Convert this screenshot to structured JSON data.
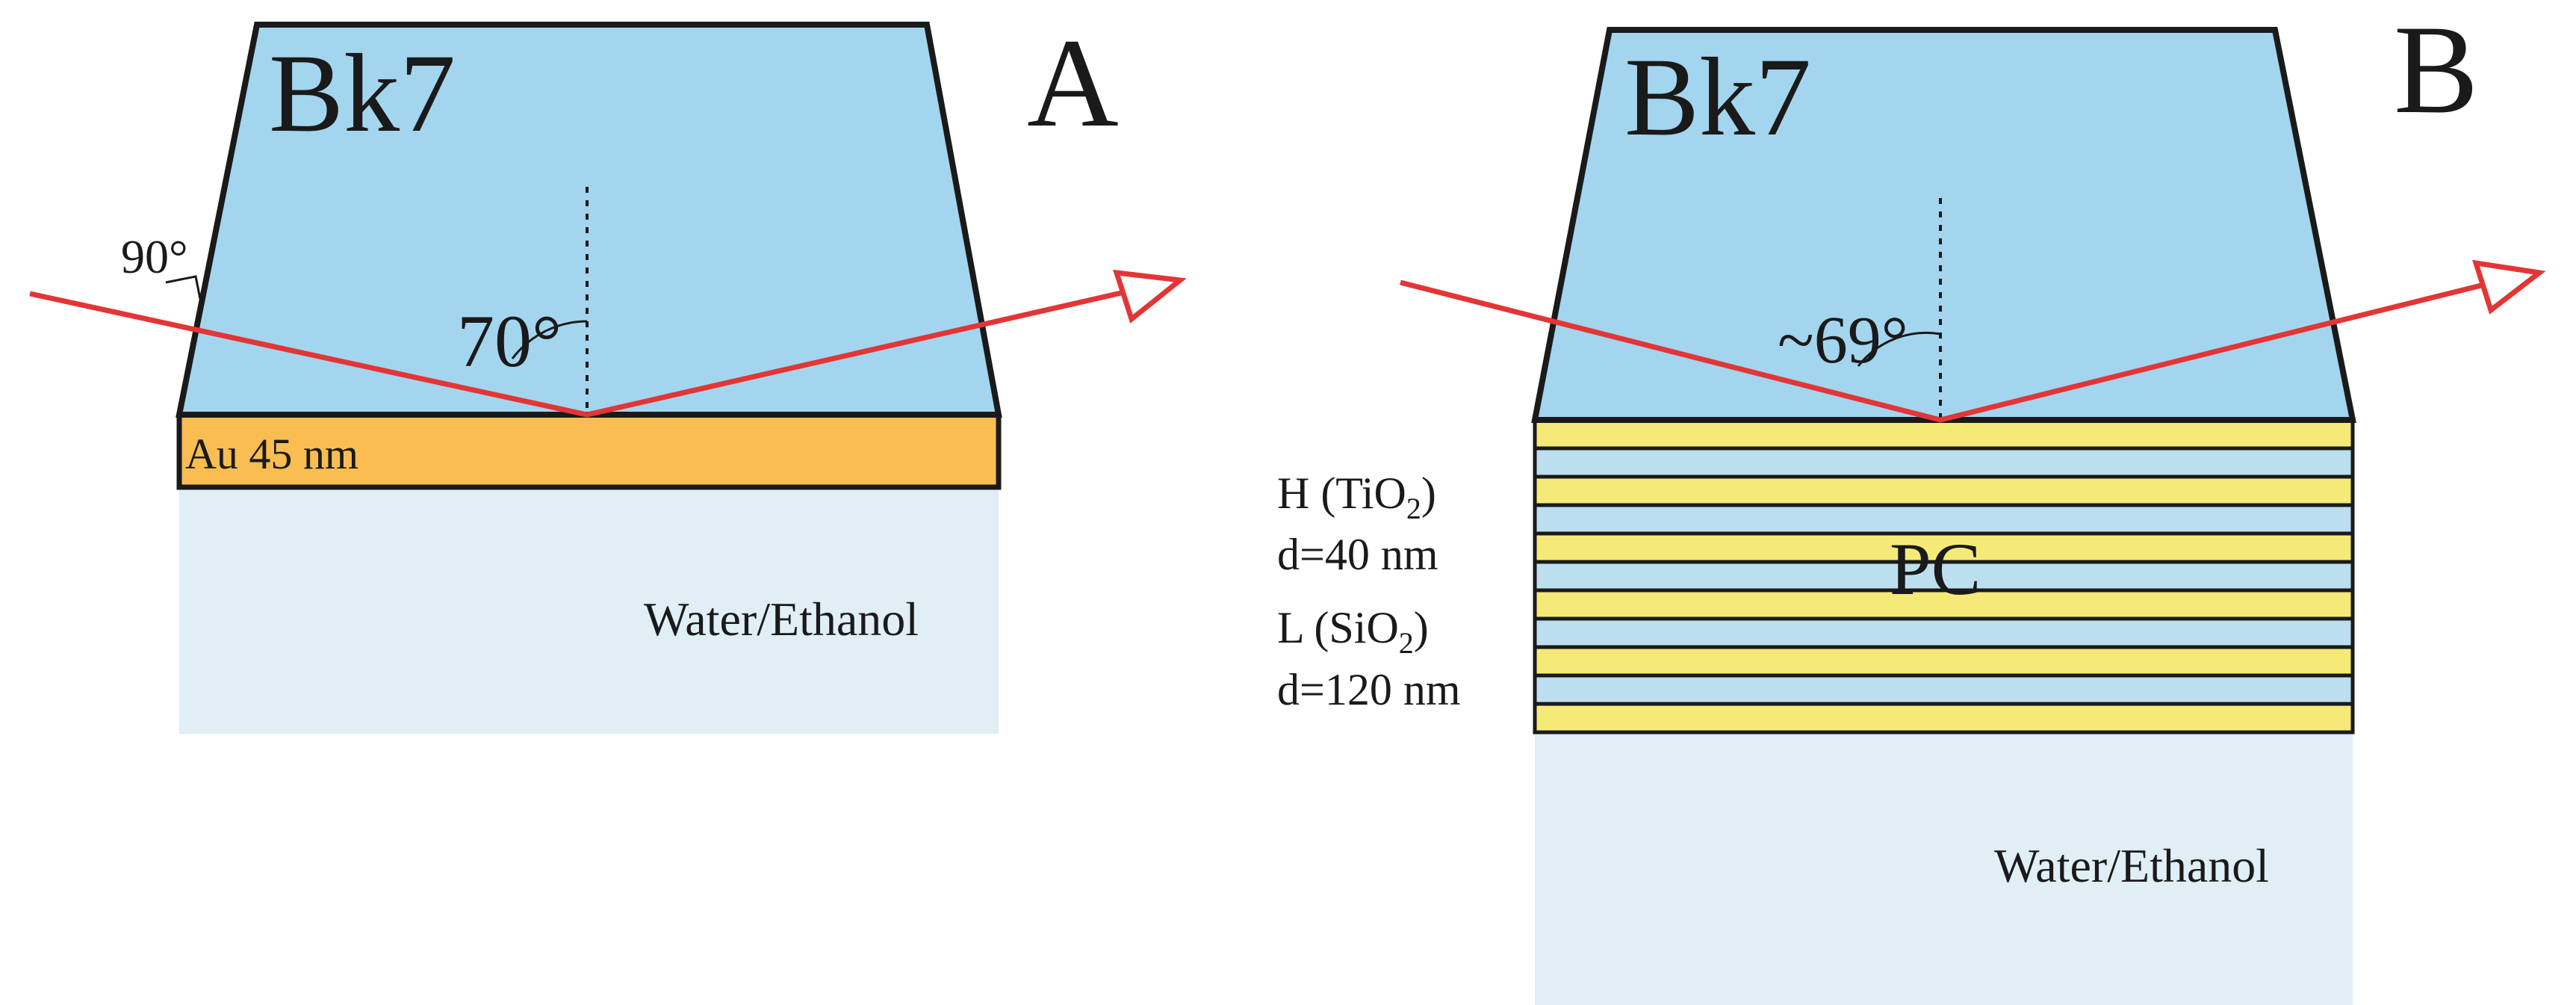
{
  "panel_a": {
    "letter": "A",
    "prism_label": "Bk7",
    "incidence_angle": "70°",
    "entry_angle": "90°",
    "film_label": "Au 45 nm",
    "medium_label": "Water/Ethanol"
  },
  "panel_b": {
    "letter": "B",
    "prism_label": "Bk7",
    "incidence_angle": "~69°",
    "stack_label": "PC",
    "layer_h_prefix": "H (TiO",
    "layer_h_sub": "2",
    "layer_h_suffix": ")",
    "layer_h_thickness": "d=40 nm",
    "layer_l_prefix": "L (SiO",
    "layer_l_sub": "2",
    "layer_l_suffix": ")",
    "layer_l_thickness": "d=120 nm",
    "medium_label": "Water/Ethanol"
  },
  "colors": {
    "prism": "#a3d5ee",
    "gold_film": "#f9bd52",
    "medium": "#e0eef5",
    "tio2_layer": "#f5ea78",
    "sio2_layer": "#bcdff0",
    "beam": "#e23636"
  }
}
